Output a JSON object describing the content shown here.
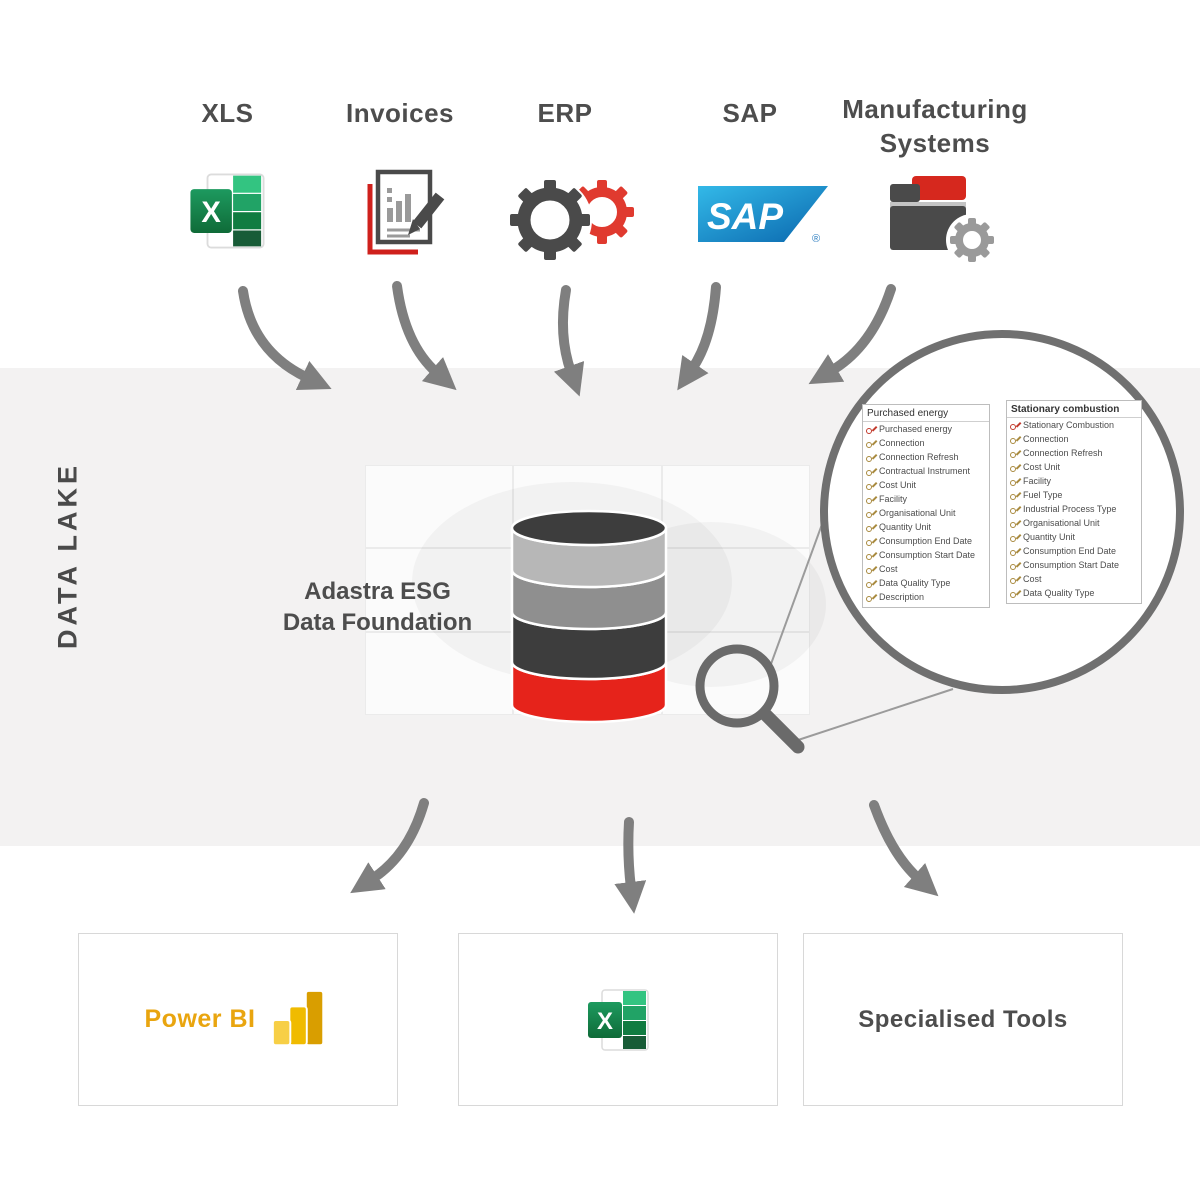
{
  "sources": [
    {
      "id": "xls",
      "label": "XLS"
    },
    {
      "id": "invoices",
      "label": "Invoices"
    },
    {
      "id": "erp",
      "label": "ERP"
    },
    {
      "id": "sap",
      "label": "SAP"
    },
    {
      "id": "manufacturing",
      "label": "Manufacturing Systems"
    }
  ],
  "data_lake": {
    "label": "DATA LAKE",
    "foundation_line1": "Adastra ESG",
    "foundation_line2": "Data Foundation"
  },
  "schemas": [
    {
      "title": "Purchased energy",
      "fields": [
        "Purchased energy",
        "Connection",
        "Connection Refresh",
        "Contractual Instrument",
        "Cost Unit",
        "Facility",
        "Organisational Unit",
        "Quantity Unit",
        "Consumption End Date",
        "Consumption Start Date",
        "Cost",
        "Data Quality Type",
        "Description"
      ]
    },
    {
      "title": "Stationary combustion",
      "fields": [
        "Stationary Combustion",
        "Connection",
        "Connection Refresh",
        "Cost Unit",
        "Facility",
        "Fuel Type",
        "Industrial Process Type",
        "Organisational Unit",
        "Quantity Unit",
        "Consumption End Date",
        "Consumption Start Date",
        "Cost",
        "Data Quality Type"
      ]
    }
  ],
  "outputs": {
    "powerbi_label": "Power BI",
    "tools_label": "Specialised Tools"
  },
  "icons": {
    "excel_letter": "X",
    "sap_text": "SAP",
    "sap_reg": "®"
  },
  "colors": {
    "band": "#f3f2f2",
    "arrow": "#7f7f7f",
    "text_dark": "#4a4a4a",
    "accent_red": "#e6231b",
    "powerbi_gold": "#e9a50f",
    "sap_blue": "#0a6ed1",
    "excel_green": "#107c41"
  }
}
